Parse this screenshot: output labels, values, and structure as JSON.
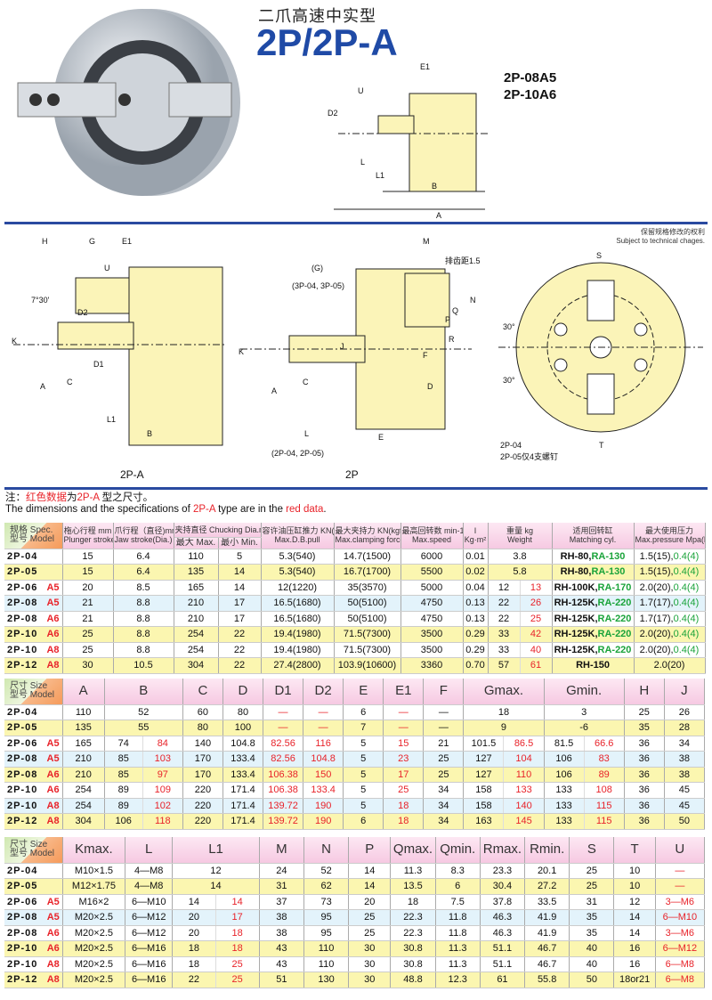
{
  "header": {
    "subtitle": "二爪高速中实型",
    "title": "2P/2P-A",
    "models": [
      "2P-08A5",
      "2P-10A6"
    ]
  },
  "rights": {
    "cn": "保留规格修改的权利",
    "en": "Subject to technical chages."
  },
  "drawings": {
    "top": [
      "E1",
      "U",
      "D2",
      "L",
      "L1",
      "B",
      "A"
    ],
    "left": {
      "caption": "2P-A",
      "labels": [
        "H",
        "G",
        "E1",
        "U",
        "7°30'",
        "D2",
        "K",
        "D1",
        "A",
        "C",
        "L1",
        "B"
      ]
    },
    "mid": {
      "caption": "2P",
      "labels": [
        "M",
        "(G)",
        "(3P-04, 3P-05)",
        "排齿距1.5",
        "N",
        "Q",
        "P",
        "R",
        "K",
        "J",
        "F",
        "A",
        "C",
        "D",
        "L",
        "E",
        "(2P-04, 2P-05)"
      ]
    },
    "right": {
      "labels": [
        "S",
        "30°",
        "30°",
        "T",
        "2P-04",
        "2P-05仅4支螺钉"
      ]
    }
  },
  "note": {
    "cn_prefix": "注：",
    "cn_red": "红色数据",
    "cn_mid": "为",
    "cn_red2": "2P-A",
    "cn_end": " 型之尺寸。",
    "en_a": "The dimensions and the specifications of ",
    "en_red": "2P-A",
    "en_b": " type are in the ",
    "en_red2": "red data",
    "en_c": "."
  },
  "colors": {
    "white": "#ffffff",
    "yellow": "#fbf6b0",
    "blue": "#e3f3fb",
    "title": "#1f4aa6",
    "red": "#e8232a",
    "green": "#1aa33a"
  },
  "spec_table": {
    "corner": [
      "规格 Spec.",
      "型号 Model"
    ],
    "headers": [
      [
        "柂心行程 mm",
        "Plunger stroke"
      ],
      [
        "爪行程（直径)mm",
        "Jaw stroke(Dia.)"
      ],
      [
        "夹持直径 Chucking Dia.mm"
      ],
      [
        "容许油压缸推力 KN(kgf)",
        "Max.D.B.pull"
      ],
      [
        "最大夹持力 KN(kgf)",
        "Max.clamping force"
      ],
      [
        "最高回转数 min-1(r.p.m)",
        "Max.speed"
      ],
      [
        "I",
        "Kg·m²"
      ],
      [
        "重量 kg",
        "Weight"
      ],
      [
        "适用回转缸",
        "Matching cyl."
      ],
      [
        "最大使用压力",
        "Max.pressure Mpa(kgf/cm²)"
      ]
    ],
    "sub": [
      "最大 Max.",
      "最小 Min."
    ],
    "rows": [
      {
        "m": "2P-04",
        "s": "",
        "bg": "white",
        "c": [
          "15",
          "6.4",
          "110",
          "5",
          "5.3(540)",
          "14.7(1500)",
          "6000",
          "0.01",
          {
            "w": "3.8"
          },
          {
            "rich": [
              [
                "RH-80,",
                ""
              ],
              [
                "RA-130",
                "green"
              ]
            ]
          },
          {
            "rich": [
              [
                "1.5(15),",
                ""
              ],
              [
                "0.4(4)",
                "green"
              ]
            ]
          }
        ]
      },
      {
        "m": "2P-05",
        "s": "",
        "bg": "yellow",
        "c": [
          "15",
          "6.4",
          "135",
          "14",
          "5.3(540)",
          "16.7(1700)",
          "5500",
          "0.02",
          {
            "w": "5.8"
          },
          {
            "rich": [
              [
                "RH-80,",
                ""
              ],
              [
                "RA-130",
                "green"
              ]
            ]
          },
          {
            "rich": [
              [
                "1.5(15),",
                ""
              ],
              [
                "0.4(4)",
                "green"
              ]
            ]
          }
        ]
      },
      {
        "m": "2P-06",
        "s": "A5",
        "bg": "white",
        "c": [
          "20",
          "8.5",
          "165",
          "14",
          "12(1220)",
          "35(3570)",
          "5000",
          "0.04",
          {
            "split": [
              "12",
              "13"
            ]
          },
          {
            "rich": [
              [
                "RH-100K,",
                ""
              ],
              [
                "RA-170",
                "green"
              ]
            ]
          },
          {
            "rich": [
              [
                "2.0(20),",
                ""
              ],
              [
                "0.4(4)",
                "green"
              ]
            ]
          }
        ]
      },
      {
        "m": "2P-08",
        "s": "A5",
        "bg": "blue",
        "c": [
          "21",
          "8.8",
          "210",
          "17",
          "16.5(1680)",
          "50(5100)",
          "4750",
          "0.13",
          {
            "split": [
              "22",
              "26"
            ]
          },
          {
            "rich": [
              [
                "RH-125K,",
                ""
              ],
              [
                "RA-220",
                "green"
              ]
            ]
          },
          {
            "rich": [
              [
                "1.7(17),",
                ""
              ],
              [
                "0.4(4)",
                "green"
              ]
            ]
          }
        ]
      },
      {
        "m": "2P-08",
        "s": "A6",
        "bg": "white",
        "c": [
          "21",
          "8.8",
          "210",
          "17",
          "16.5(1680)",
          "50(5100)",
          "4750",
          "0.13",
          {
            "split": [
              "22",
              "25"
            ]
          },
          {
            "rich": [
              [
                "RH-125K,",
                ""
              ],
              [
                "RA-220",
                "green"
              ]
            ]
          },
          {
            "rich": [
              [
                "1.7(17),",
                ""
              ],
              [
                "0.4(4)",
                "green"
              ]
            ]
          }
        ]
      },
      {
        "m": "2P-10",
        "s": "A6",
        "bg": "yellow",
        "c": [
          "25",
          "8.8",
          "254",
          "22",
          "19.4(1980)",
          "71.5(7300)",
          "3500",
          "0.29",
          {
            "split": [
              "33",
              "42"
            ]
          },
          {
            "rich": [
              [
                "RH-125K,",
                ""
              ],
              [
                "RA-220",
                "green"
              ]
            ]
          },
          {
            "rich": [
              [
                "2.0(20),",
                ""
              ],
              [
                "0.4(4)",
                "green"
              ]
            ]
          }
        ]
      },
      {
        "m": "2P-10",
        "s": "A8",
        "bg": "white",
        "c": [
          "25",
          "8.8",
          "254",
          "22",
          "19.4(1980)",
          "71.5(7300)",
          "3500",
          "0.29",
          {
            "split": [
              "33",
              "40"
            ]
          },
          {
            "rich": [
              [
                "RH-125K,",
                ""
              ],
              [
                "RA-220",
                "green"
              ]
            ]
          },
          {
            "rich": [
              [
                "2.0(20),",
                ""
              ],
              [
                "0.4(4)",
                "green"
              ]
            ]
          }
        ]
      },
      {
        "m": "2P-12",
        "s": "A8",
        "bg": "yellow",
        "c": [
          "30",
          "10.5",
          "304",
          "22",
          "27.4(2800)",
          "103.9(10600)",
          "3360",
          "0.70",
          {
            "split": [
              "57",
              "61"
            ]
          },
          {
            "rich": [
              [
                "RH-150",
                ""
              ]
            ]
          },
          {
            "rich": [
              [
                "2.0(20)",
                ""
              ]
            ]
          }
        ]
      }
    ]
  },
  "size_table": {
    "corner": [
      "尺寸 Size",
      "型号 Model"
    ],
    "headers": [
      [
        "A",
        1
      ],
      [
        "B",
        2
      ],
      [
        "C",
        1
      ],
      [
        "D",
        1
      ],
      [
        "D1",
        1
      ],
      [
        "D2",
        1
      ],
      [
        "E",
        1
      ],
      [
        "E1",
        1
      ],
      [
        "F",
        1
      ],
      [
        "Gmax.",
        2
      ],
      [
        "Gmin.",
        2
      ],
      [
        "H",
        1
      ],
      [
        "J",
        1
      ]
    ],
    "rows": [
      {
        "m": "2P-04",
        "s": "",
        "bg": "white",
        "c": [
          "110",
          {
            "span": "52"
          },
          "60",
          "80",
          {
            "red": "—"
          },
          {
            "red": "—"
          },
          "6",
          {
            "red": "—"
          },
          "—",
          {
            "span": "18"
          },
          {
            "span": "3"
          },
          "25",
          "26"
        ]
      },
      {
        "m": "2P-05",
        "s": "",
        "bg": "yellow",
        "c": [
          "135",
          {
            "span": "55"
          },
          "80",
          "100",
          {
            "red": "—"
          },
          {
            "red": "—"
          },
          "7",
          {
            "red": "—"
          },
          "—",
          {
            "span": "9"
          },
          {
            "span": "-6"
          },
          "35",
          "28"
        ]
      },
      {
        "m": "2P-06",
        "s": "A5",
        "bg": "white",
        "c": [
          "165",
          {
            "split": [
              "74",
              "84"
            ]
          },
          "140",
          "104.8",
          {
            "red": "82.56"
          },
          {
            "red": "116"
          },
          "5",
          {
            "red": "15"
          },
          "21",
          {
            "split": [
              "101.5",
              "86.5"
            ]
          },
          {
            "split": [
              "81.5",
              "66.6"
            ]
          },
          "36",
          "34"
        ]
      },
      {
        "m": "2P-08",
        "s": "A5",
        "bg": "blue",
        "c": [
          "210",
          {
            "split": [
              "85",
              "103"
            ]
          },
          "170",
          "133.4",
          {
            "red": "82.56"
          },
          {
            "red": "104.8"
          },
          "5",
          {
            "red": "23"
          },
          "25",
          {
            "split": [
              "127",
              "104"
            ]
          },
          {
            "split": [
              "106",
              "83"
            ]
          },
          "36",
          "38"
        ]
      },
      {
        "m": "2P-08",
        "s": "A6",
        "bg": "yellow",
        "c": [
          "210",
          {
            "split": [
              "85",
              "97"
            ]
          },
          "170",
          "133.4",
          {
            "red": "106.38"
          },
          {
            "red": "150"
          },
          "5",
          {
            "red": "17"
          },
          "25",
          {
            "split": [
              "127",
              "110"
            ]
          },
          {
            "split": [
              "106",
              "89"
            ]
          },
          "36",
          "38"
        ]
      },
      {
        "m": "2P-10",
        "s": "A6",
        "bg": "white",
        "c": [
          "254",
          {
            "split": [
              "89",
              "109"
            ]
          },
          "220",
          "171.4",
          {
            "red": "106.38"
          },
          {
            "red": "133.4"
          },
          "5",
          {
            "red": "25"
          },
          "34",
          {
            "split": [
              "158",
              "133"
            ]
          },
          {
            "split": [
              "133",
              "108"
            ]
          },
          "36",
          "45"
        ]
      },
      {
        "m": "2P-10",
        "s": "A8",
        "bg": "blue",
        "c": [
          "254",
          {
            "split": [
              "89",
              "102"
            ]
          },
          "220",
          "171.4",
          {
            "red": "139.72"
          },
          {
            "red": "190"
          },
          "5",
          {
            "red": "18"
          },
          "34",
          {
            "split": [
              "158",
              "140"
            ]
          },
          {
            "split": [
              "133",
              "115"
            ]
          },
          "36",
          "45"
        ]
      },
      {
        "m": "2P-12",
        "s": "A8",
        "bg": "yellow",
        "c": [
          "304",
          {
            "split": [
              "106",
              "118"
            ]
          },
          "220",
          "171.4",
          {
            "red": "139.72"
          },
          {
            "red": "190"
          },
          "6",
          {
            "red": "18"
          },
          "34",
          {
            "split": [
              "163",
              "145"
            ]
          },
          {
            "split": [
              "133",
              "115"
            ]
          },
          "36",
          "50"
        ]
      }
    ]
  },
  "size_table2": {
    "corner": [
      "尺寸 Size",
      "型号 Model"
    ],
    "headers": [
      [
        "Kmax.",
        1
      ],
      [
        "L",
        1
      ],
      [
        "L1",
        2
      ],
      [
        "M",
        1
      ],
      [
        "N",
        1
      ],
      [
        "P",
        1
      ],
      [
        "Qmax.",
        1
      ],
      [
        "Qmin.",
        1
      ],
      [
        "Rmax.",
        1
      ],
      [
        "Rmin.",
        1
      ],
      [
        "S",
        1
      ],
      [
        "T",
        1
      ],
      [
        "U",
        1
      ]
    ],
    "rows": [
      {
        "m": "2P-04",
        "s": "",
        "bg": "white",
        "c": [
          "M10×1.5",
          "4—M8",
          {
            "span": "12"
          },
          "24",
          "52",
          "14",
          "11.3",
          "8.3",
          "23.3",
          "20.1",
          "25",
          "10",
          {
            "red": "—"
          }
        ]
      },
      {
        "m": "2P-05",
        "s": "",
        "bg": "yellow",
        "c": [
          "M12×1.75",
          "4—M8",
          {
            "span": "14"
          },
          "31",
          "62",
          "14",
          "13.5",
          "6",
          "30.4",
          "27.2",
          "25",
          "10",
          {
            "red": "—"
          }
        ]
      },
      {
        "m": "2P-06",
        "s": "A5",
        "bg": "white",
        "c": [
          "M16×2",
          "6—M10",
          {
            "split": [
              "14",
              "14"
            ]
          },
          "37",
          "73",
          "20",
          "18",
          "7.5",
          "37.8",
          "33.5",
          "31",
          "12",
          {
            "red": "3—M6"
          }
        ]
      },
      {
        "m": "2P-08",
        "s": "A5",
        "bg": "blue",
        "c": [
          "M20×2.5",
          "6—M12",
          {
            "split": [
              "20",
              "17"
            ]
          },
          "38",
          "95",
          "25",
          "22.3",
          "11.8",
          "46.3",
          "41.9",
          "35",
          "14",
          {
            "red": "6—M10"
          }
        ]
      },
      {
        "m": "2P-08",
        "s": "A6",
        "bg": "white",
        "c": [
          "M20×2.5",
          "6—M12",
          {
            "split": [
              "20",
              "18"
            ]
          },
          "38",
          "95",
          "25",
          "22.3",
          "11.8",
          "46.3",
          "41.9",
          "35",
          "14",
          {
            "red": "3—M6"
          }
        ]
      },
      {
        "m": "2P-10",
        "s": "A6",
        "bg": "yellow",
        "c": [
          "M20×2.5",
          "6—M16",
          {
            "split": [
              "18",
              "18"
            ]
          },
          "43",
          "110",
          "30",
          "30.8",
          "11.3",
          "51.1",
          "46.7",
          "40",
          "16",
          {
            "red": "6—M12"
          }
        ]
      },
      {
        "m": "2P-10",
        "s": "A8",
        "bg": "white",
        "c": [
          "M20×2.5",
          "6—M16",
          {
            "split": [
              "18",
              "25"
            ]
          },
          "43",
          "110",
          "30",
          "30.8",
          "11.3",
          "51.1",
          "46.7",
          "40",
          "16",
          {
            "red": "6—M8"
          }
        ]
      },
      {
        "m": "2P-12",
        "s": "A8",
        "bg": "yellow",
        "c": [
          "M20×2.5",
          "6—M16",
          {
            "split": [
              "22",
              "25"
            ]
          },
          "51",
          "130",
          "30",
          "48.8",
          "12.3",
          "61",
          "55.8",
          "50",
          "18or21",
          {
            "red": "6—M8"
          }
        ]
      }
    ]
  }
}
